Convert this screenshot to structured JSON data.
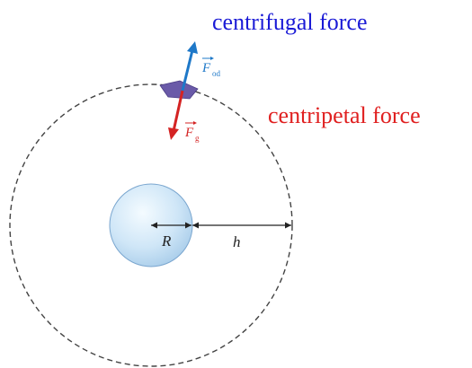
{
  "colors": {
    "centrifugal": "#1a1ad6",
    "centripetal": "#e02020",
    "centrifugal_arrow": "#1e78c8",
    "centripetal_arrow": "#d42323",
    "satellite": "#6a5aa8",
    "orbit": "#444444",
    "planet_fill": "#cfe6f7",
    "planet_stroke": "#7aa6cf"
  },
  "labels": {
    "centrifugal_force": "centrifugal force",
    "centripetal_force": "centripetal force"
  },
  "vectors": {
    "centrifugal_symbol": "F",
    "centrifugal_subscript": "od",
    "centripetal_symbol": "F",
    "centripetal_subscript": "g"
  },
  "dimensions": {
    "radius_label": "R",
    "height_label": "h"
  }
}
